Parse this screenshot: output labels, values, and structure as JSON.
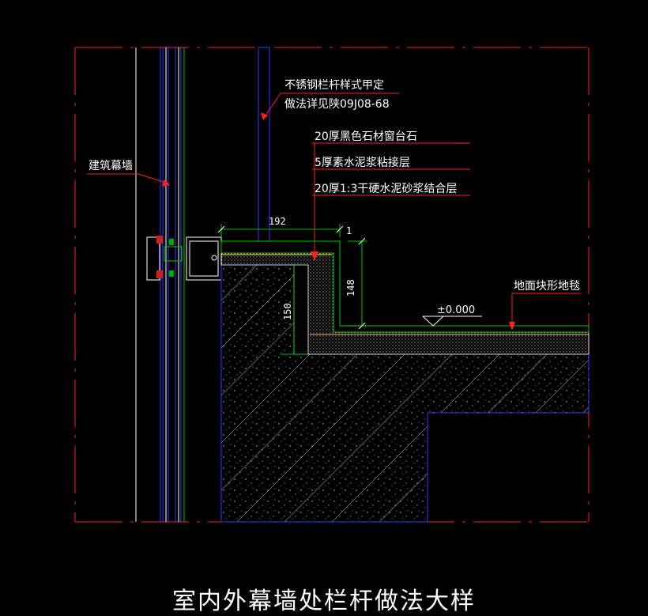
{
  "title": "室内外幕墙处栏杆做法大样",
  "labels": {
    "railing_line1": "不锈钢栏杆样式甲定",
    "railing_line2": "做法详见陕09J08-68",
    "stone": "20厚黑色石材窗台石",
    "cement_paste": "5厚素水泥浆粘接层",
    "mortar": "20厚1:3干硬水泥砂浆结合层",
    "curtain_wall": "建筑幕墙",
    "carpet": "地面块形地毯",
    "elevation": "±0.000"
  },
  "dimensions": {
    "width": "192",
    "gap": "1",
    "height_right": "148",
    "height_left": "150"
  },
  "colors": {
    "background": "#000000",
    "border": "#ff2020",
    "structure": "#3333ff",
    "finish": "#00cc00",
    "dimension": "#00ff00",
    "leader": "#ff2020",
    "text": "#ffffff",
    "mortar": "#ffcc66",
    "concrete_dots": "#c8c8c8"
  }
}
